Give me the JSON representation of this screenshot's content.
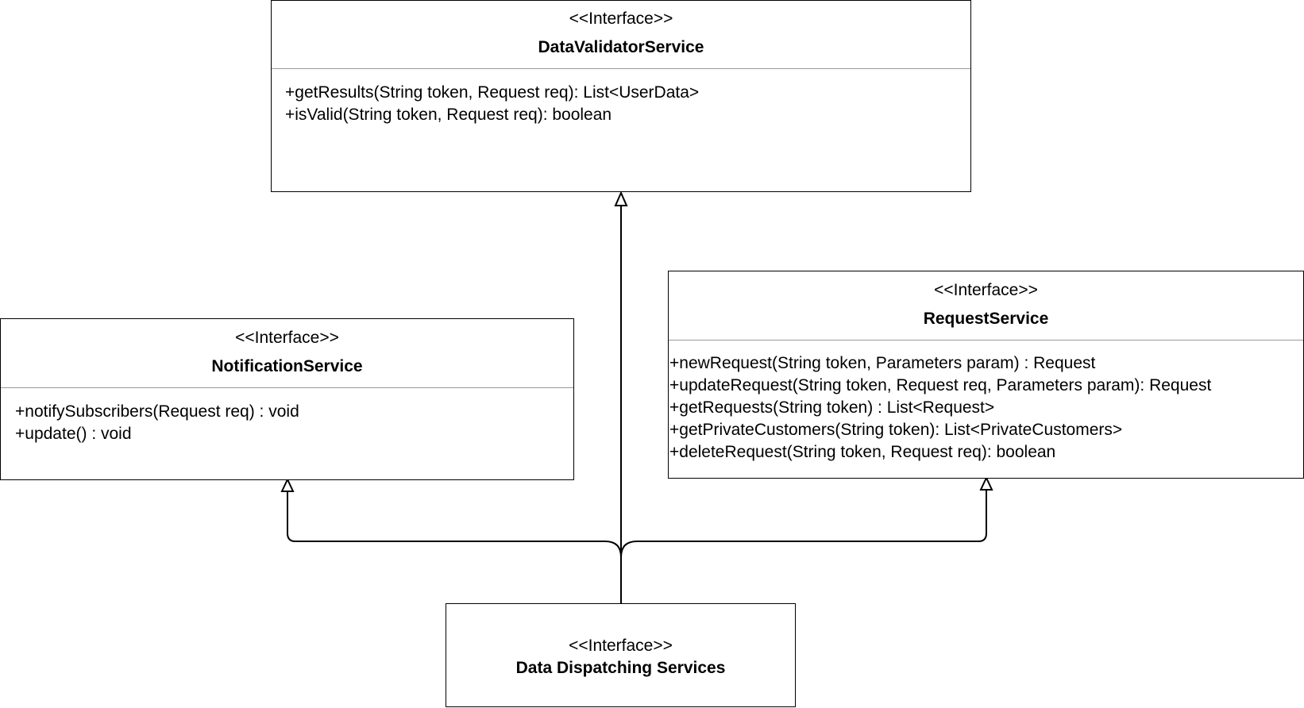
{
  "colors": {
    "line": "#000000",
    "divider": "#9a9a9a",
    "background": "#ffffff"
  },
  "interfaces": {
    "data_validator": {
      "stereotype": "<<Interface>>",
      "name": "DataValidatorService",
      "methods": [
        "+getResults(String token, Request req): List<UserData>",
        "+isValid(String token, Request req): boolean"
      ]
    },
    "notification": {
      "stereotype": "<<Interface>>",
      "name": "NotificationService",
      "methods": [
        "+notifySubscribers(Request req) : void",
        "+update() : void"
      ]
    },
    "request": {
      "stereotype": "<<Interface>>",
      "name": "RequestService",
      "methods": [
        "+newRequest(String token, Parameters param) : Request",
        "+updateRequest(String token, Request req, Parameters param): Request",
        "+getRequests(String token) : List<Request>",
        "+getPrivateCustomers(String token): List<PrivateCustomers>",
        "+deleteRequest(String token, Request req): boolean"
      ]
    },
    "data_dispatching": {
      "stereotype": "<<Interface>>",
      "name": "Data Dispatching Services"
    }
  },
  "relations": [
    {
      "from": "data_dispatching",
      "to": "data_validator",
      "type": "generalization"
    },
    {
      "from": "data_dispatching",
      "to": "notification",
      "type": "generalization"
    },
    {
      "from": "data_dispatching",
      "to": "request",
      "type": "generalization"
    }
  ]
}
